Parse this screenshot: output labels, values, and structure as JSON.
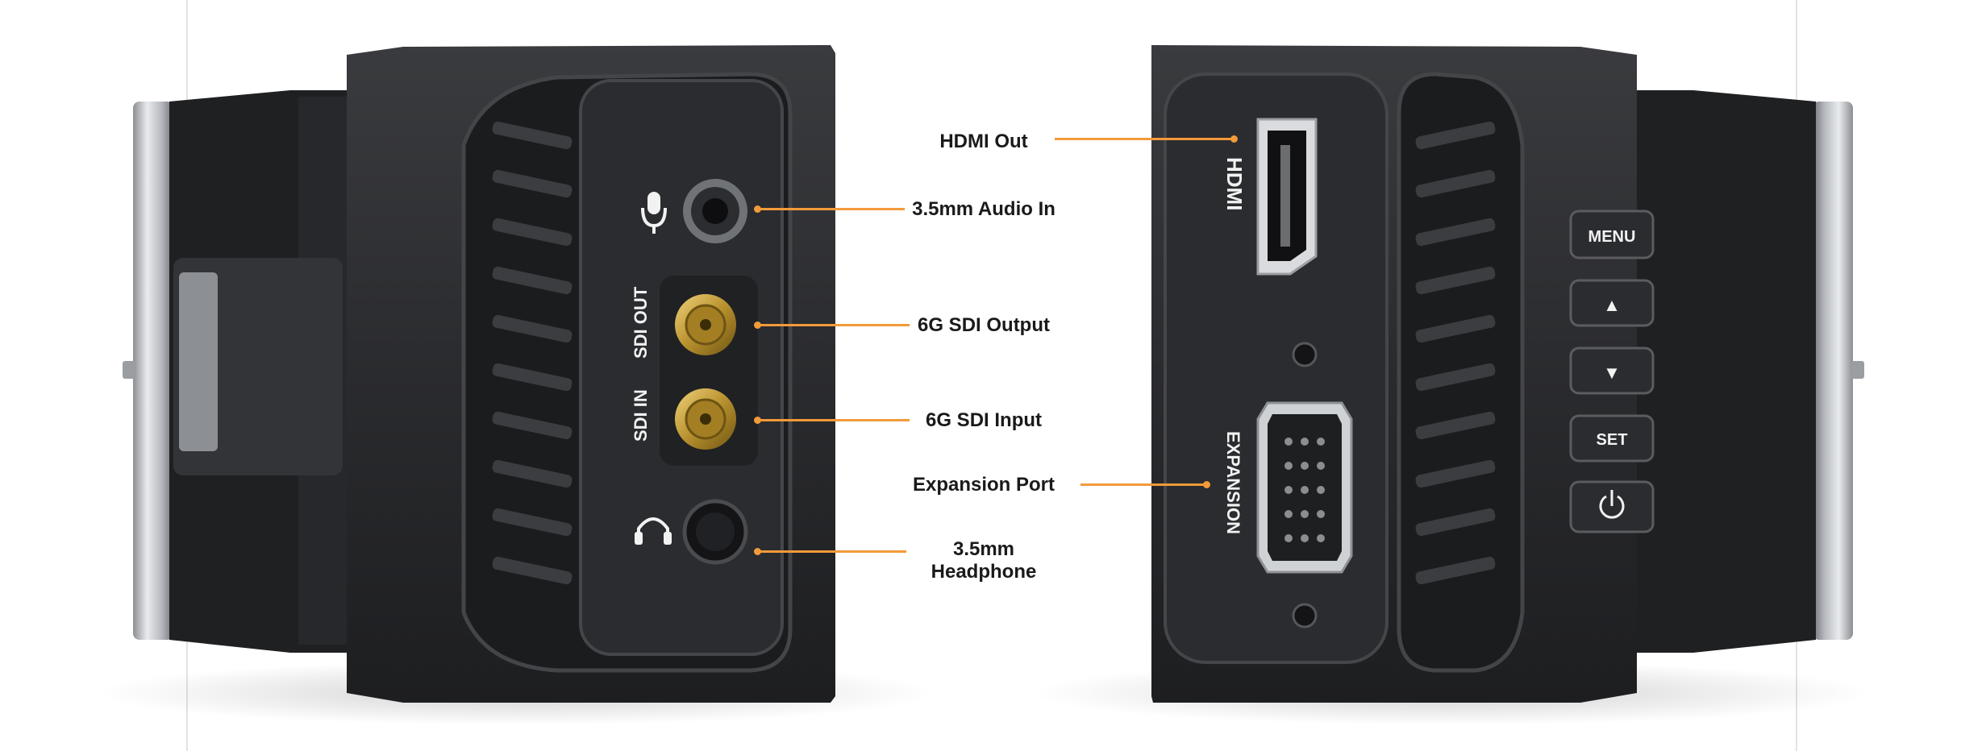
{
  "callouts": {
    "hdmi_out": "HDMI Out",
    "audio_in": "3.5mm Audio In",
    "sdi_output": "6G SDI Output",
    "sdi_input": "6G SDI Input",
    "expansion_port": "Expansion Port",
    "headphone_line1": "3.5mm",
    "headphone_line2": "Headphone"
  },
  "camera_labels": {
    "sdi_out": "SDI OUT",
    "sdi_in": "SDI IN",
    "hdmi": "HDMI",
    "expansion": "EXPANSION",
    "menu_button": "MENU",
    "up_button": "▲",
    "down_button": "▼",
    "set_button": "SET",
    "power_button": "⏻"
  },
  "colors": {
    "accent": "#f39a3a",
    "body": "#2a2b2d",
    "text": "#1a1a1a"
  },
  "icons": [
    "microphone-icon",
    "headphone-icon",
    "power-icon"
  ]
}
